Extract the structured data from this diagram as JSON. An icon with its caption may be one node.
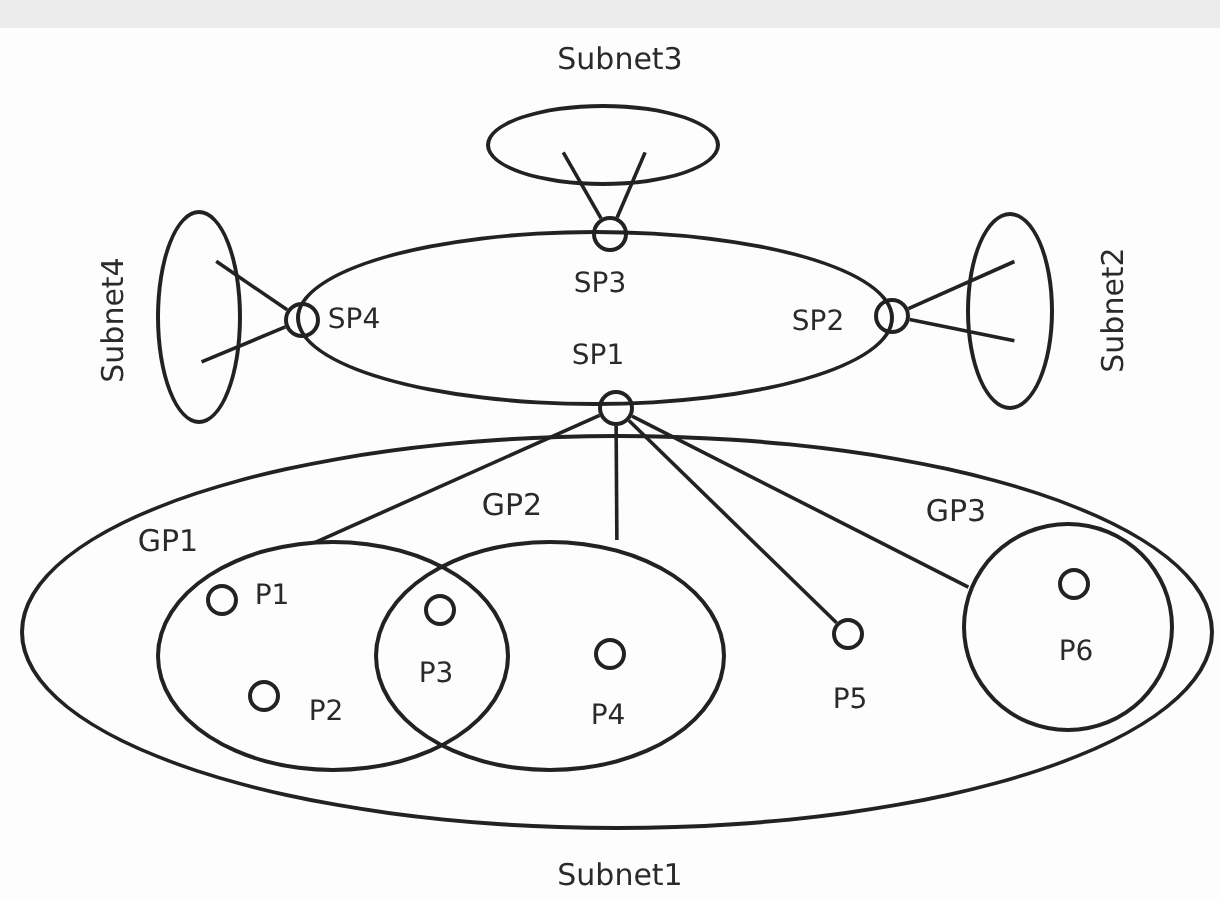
{
  "diagram": {
    "nodes": [
      {
        "text": [
          "Subnet3"
        ]
      },
      {
        "text": [],
        "shape": "ellipse"
      },
      {
        "text": [],
        "shape": "circle"
      },
      {
        "text": [
          "Subnet4"
        ]
      },
      {
        "text": [],
        "shape": "circle",
        "beside": [
          "SP4"
        ]
      },
      {
        "text": [],
        "shape": "circle"
      },
      {
        "text": [
          "Subnet2"
        ]
      },
      {
        "text": [],
        "shape": "circle"
      },
      {
        "text": [
          "Subnet1"
        ]
      },
      {
        "text": [
          "GP1"
        ],
        "in": 8
      },
      {
        "text": [
          "GP2"
        ],
        "in": 8
      },
      {
        "text": [
          "GP3"
        ],
        "in": 8
      },
      {
        "text": [],
        "shape": "circle",
        "beside": [
          "P1"
        ],
        "in": 9
      },
      {
        "text": [],
        "shape": "circle",
        "beside": [
          "P2"
        ],
        "in": 9
      },
      {
        "text": [],
        "shape": "circle",
        "beside": [
          "P3"
        ]
      },
      {
        "text": [],
        "shape": "circle",
        "beside": [
          "P4"
        ],
        "in": 10
      },
      {
        "text": [],
        "shape": "circle",
        "beside": [
          "P5"
        ],
        "in": 8
      },
      {
        "text": [],
        "shape": "circle",
        "beside": [
          "P6"
        ],
        "in": 11
      }
    ],
    "edges": [
      {
        "from": 2,
        "to": 0,
        "arrow": "none"
      },
      {
        "from": 2,
        "to": 0,
        "arrow": "none"
      },
      {
        "from": 4,
        "to": 3,
        "arrow": "none"
      },
      {
        "from": 4,
        "to": 3,
        "arrow": "none"
      },
      {
        "from": 5,
        "to": 6,
        "arrow": "none"
      },
      {
        "from": 5,
        "to": 6,
        "arrow": "none"
      },
      {
        "from": 7,
        "to": 9,
        "arrow": "none"
      },
      {
        "from": 7,
        "to": 10,
        "arrow": "none"
      },
      {
        "from": 7,
        "to": 16,
        "arrow": "none"
      },
      {
        "from": 7,
        "to": 11,
        "arrow": "none"
      }
    ],
    "labels": [
      "SP3",
      "SP2",
      "SP1"
    ]
  }
}
